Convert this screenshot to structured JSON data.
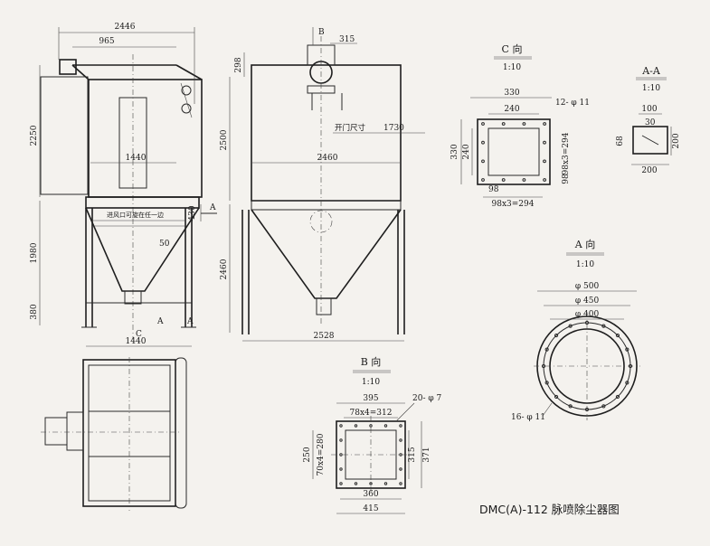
{
  "title": "DMC(A)-112 脉喷除尘器图",
  "views": {
    "front": {
      "w_overall": "2446",
      "w_top": "965",
      "h_upper": "2250",
      "w_bag": "1440",
      "h_lower": "1980",
      "h_leg": "380",
      "h_inlet": "430",
      "angle": "50",
      "inlet_note": "进风口可旋在任一边",
      "w_base": "1440",
      "mark_a1": "A",
      "mark_a2": "A",
      "mark_a3": "A",
      "mark_c": "C"
    },
    "side": {
      "mark_b": "B",
      "w_pipe": "315",
      "h_top": "298",
      "h_upper": "2500",
      "door_label": "开门尺寸",
      "door_w": "1730",
      "w_body": "2460",
      "h_lower": "2460",
      "w_base": "2528"
    },
    "c_view": {
      "title": "C 向",
      "scale": "1:10",
      "w_outer": "330",
      "w_inner": "240",
      "holes": "12- φ 11",
      "h_outer": "330",
      "h_inner": "240",
      "pitch_v": "98x3=294",
      "d1": "98",
      "d2": "98",
      "pitch_h": "98x3=294"
    },
    "aa_view": {
      "title": "A-A",
      "scale": "1:10",
      "w_top": "100",
      "w_mid": "30",
      "h_left": "68",
      "h_right": "200",
      "w_bottom": "200"
    },
    "a_view": {
      "title": "A 向",
      "scale": "1:10",
      "d_outer": "φ 500",
      "d_mid": "φ 450",
      "d_inner": "φ 400",
      "holes": "16- φ 11"
    },
    "b_view": {
      "title": "B 向",
      "scale": "1:10",
      "w_outer": "395",
      "pitch_h": "78x4=312",
      "holes": "20- φ 7",
      "h_left": "250",
      "pitch_v": "70x4=280",
      "h_inner": "315",
      "h_outer": "371",
      "w_inner": "360",
      "w_bottom": "415"
    }
  }
}
